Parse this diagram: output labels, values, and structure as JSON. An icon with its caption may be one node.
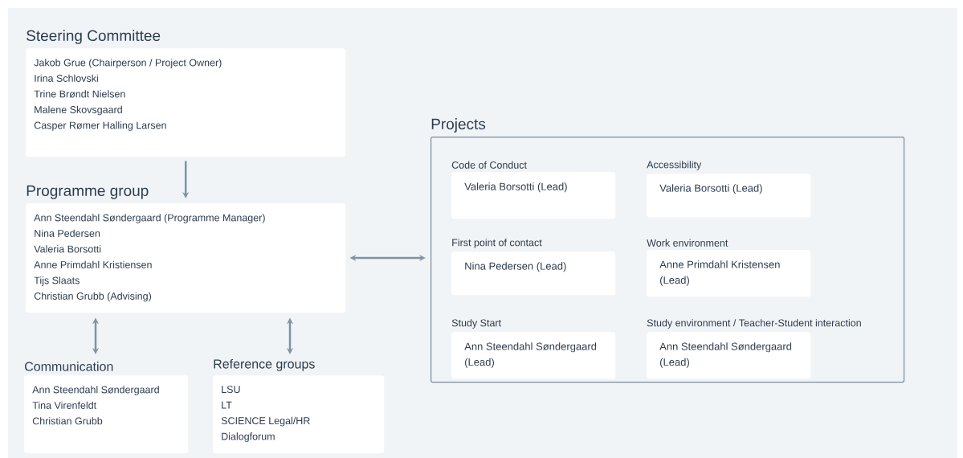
{
  "diagram": {
    "nodes": [
      {
        "text": [
          "Steering Committee",
          "Jakob Grue (Chairperson / Project Owner)",
          "Irina Schlovski",
          "Trine Brøndt Nielsen",
          "Malene Skovsgaard",
          "Casper Rømer Halling Larsen"
        ]
      },
      {
        "text": [
          "Programme group",
          "Ann Steendahl Søndergaard (Programme Manager)",
          "Nina Pedersen",
          "Valeria Borsotti",
          "Anne Primdahl Kristiensen",
          "Tijs Slaats",
          "Christian Grubb (Advising)"
        ]
      },
      {
        "text": [
          "Projects"
        ]
      },
      {
        "text": [
          "Code of Conduct",
          "Valeria Borsotti (Lead)"
        ],
        "in": 2
      },
      {
        "text": [
          "Accessibility",
          "Valeria Borsotti (Lead)"
        ],
        "in": 2
      },
      {
        "text": [
          "First point of contact",
          "Nina Pedersen (Lead)"
        ],
        "in": 2
      },
      {
        "text": [
          "Work environment",
          "Anne Primdahl Kristensen (Lead)"
        ],
        "in": 2
      },
      {
        "text": [
          "Study Start",
          "Ann Steendahl Søndergaard (Lead)"
        ],
        "in": 2
      },
      {
        "text": [
          "Study environment / Teacher-Student interaction",
          "Ann Steendahl Søndergaard (Lead)"
        ],
        "in": 2
      },
      {
        "text": [
          "Communication",
          "Ann Steendahl Søndergaard",
          "Tina Virenfeldt",
          "Christian Grubb"
        ]
      },
      {
        "text": [
          "Reference groups",
          "LSU",
          "LT",
          "SCIENCE Legal/HR",
          "Dialogforum"
        ]
      }
    ],
    "edges": [
      {
        "from": 0,
        "to": 1,
        "arrow": "to"
      },
      {
        "from": 1,
        "to": 2,
        "arrow": "both"
      },
      {
        "from": 1,
        "to": 9,
        "arrow": "both"
      },
      {
        "from": 1,
        "to": 10,
        "arrow": "both"
      }
    ]
  }
}
